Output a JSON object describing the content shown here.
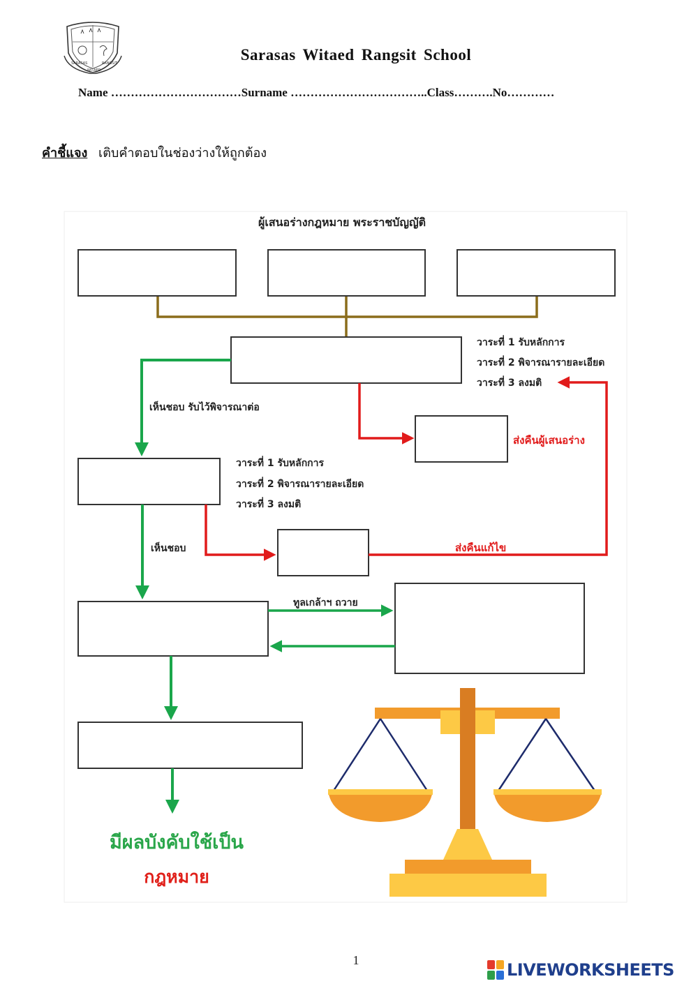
{
  "header": {
    "school_name": "Sarasas  Witaed  Rangsit  School",
    "crest_text": [
      "SARASAS",
      "WITAED",
      "RANGSIT"
    ],
    "name_line": "Name ……………………………Surname ……………………………..Class……….No…………"
  },
  "instruction": {
    "label": "คำชี้แจง",
    "text": "เติบคำตอบในช่องว่างให้ถูกต้อง"
  },
  "diagram": {
    "heading": "ผู้เสนอร่างกฎหมาย พระราชบัญญัติ",
    "stage_upper": [
      "วาระที่ 1 รับหลักการ",
      "วาระที่ 2 พิจารณารายละเอียด",
      "วาระที่ 3 ลงมติ"
    ],
    "stage_lower": [
      "วาระที่ 1 รับหลักการ",
      "วาระที่ 2 พิจารณารายละเอียด",
      "วาระที่ 3 ลงมติ"
    ],
    "label_approve_continue": "เห็นชอบ รับไว้พิจารณาต่อ",
    "label_return_proposer": "ส่งคืนผู้เสนอร่าง",
    "label_approve": "เห็นชอบ",
    "label_return_amend": "ส่งคืนแก้ไข",
    "label_present": "ทูลเกล้าฯ ถวาย",
    "result_line1": "มีผลบังคับใช้เป็น",
    "result_line2": "กฎหมาย",
    "answer_boxes": [
      "",
      "",
      "",
      "",
      "",
      "",
      "",
      "",
      "",
      ""
    ]
  },
  "colors": {
    "brown_connector": "#8b6d1c",
    "green_arrow": "#1aa64b",
    "red_arrow": "#e11b1b",
    "result_green": "#2aa64a",
    "result_red": "#e0201a",
    "brand_blue": "#1f3f8c"
  },
  "footer": {
    "page_number": "1",
    "brand": "LIVEWORKSHEETS"
  }
}
